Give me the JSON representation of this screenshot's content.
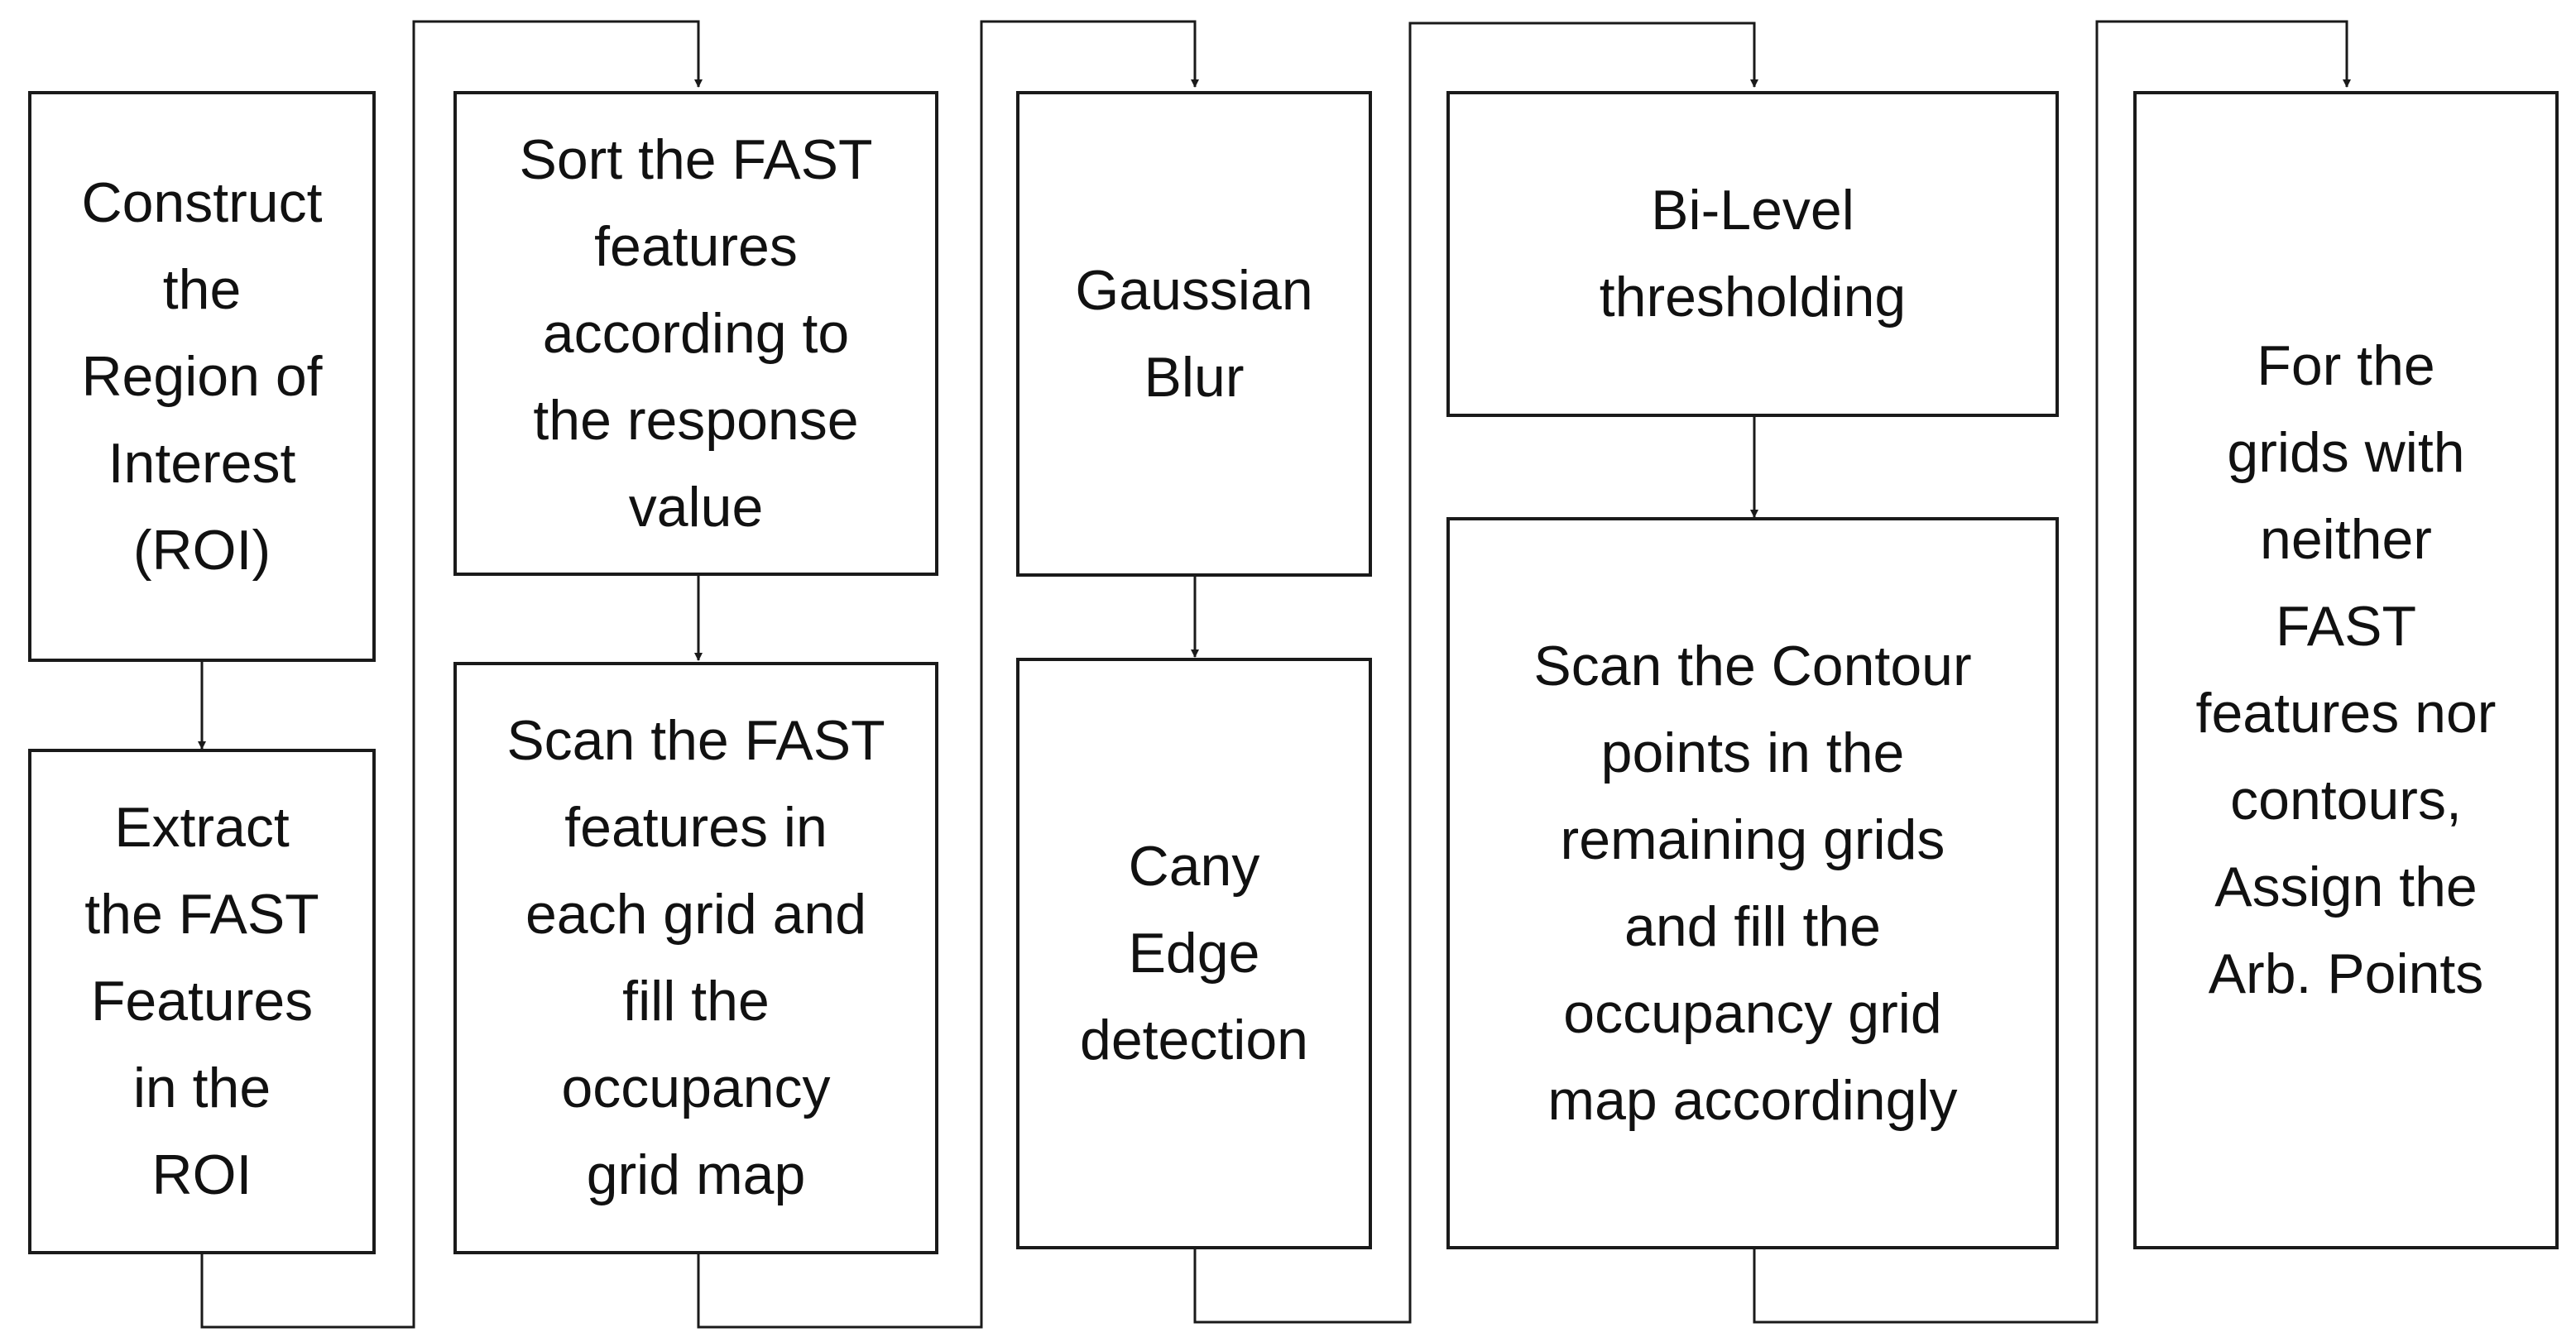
{
  "steps": [
    {
      "id": "construct-roi",
      "text": "Construct\nthe\nRegion of\nInterest\n(ROI)"
    },
    {
      "id": "extract-fast",
      "text": "Extract\nthe FAST\nFeatures\nin the\nROI"
    },
    {
      "id": "sort-fast",
      "text": "Sort the FAST\nfeatures\naccording to\nthe response\nvalue"
    },
    {
      "id": "scan-fast",
      "text": "Scan the FAST\nfeatures in\neach grid and\nfill the\noccupancy\ngrid map"
    },
    {
      "id": "gaussian-blur",
      "text": "Gaussian\nBlur"
    },
    {
      "id": "canny-edge",
      "text": "Cany\nEdge\ndetection"
    },
    {
      "id": "bilevel-threshold",
      "text": "Bi-Level\nthresholding"
    },
    {
      "id": "scan-contour",
      "text": "Scan the Contour\npoints in the\nremaining grids\nand fill the\noccupancy grid\nmap accordingly"
    },
    {
      "id": "assign-arb-points",
      "text": "For the\ngrids with\nneither\nFAST\nfeatures nor\ncontours,\nAssign the\nArb. Points"
    }
  ],
  "colors": {
    "stroke": "#1a1a1a",
    "text": "#111111",
    "background": "#ffffff"
  }
}
